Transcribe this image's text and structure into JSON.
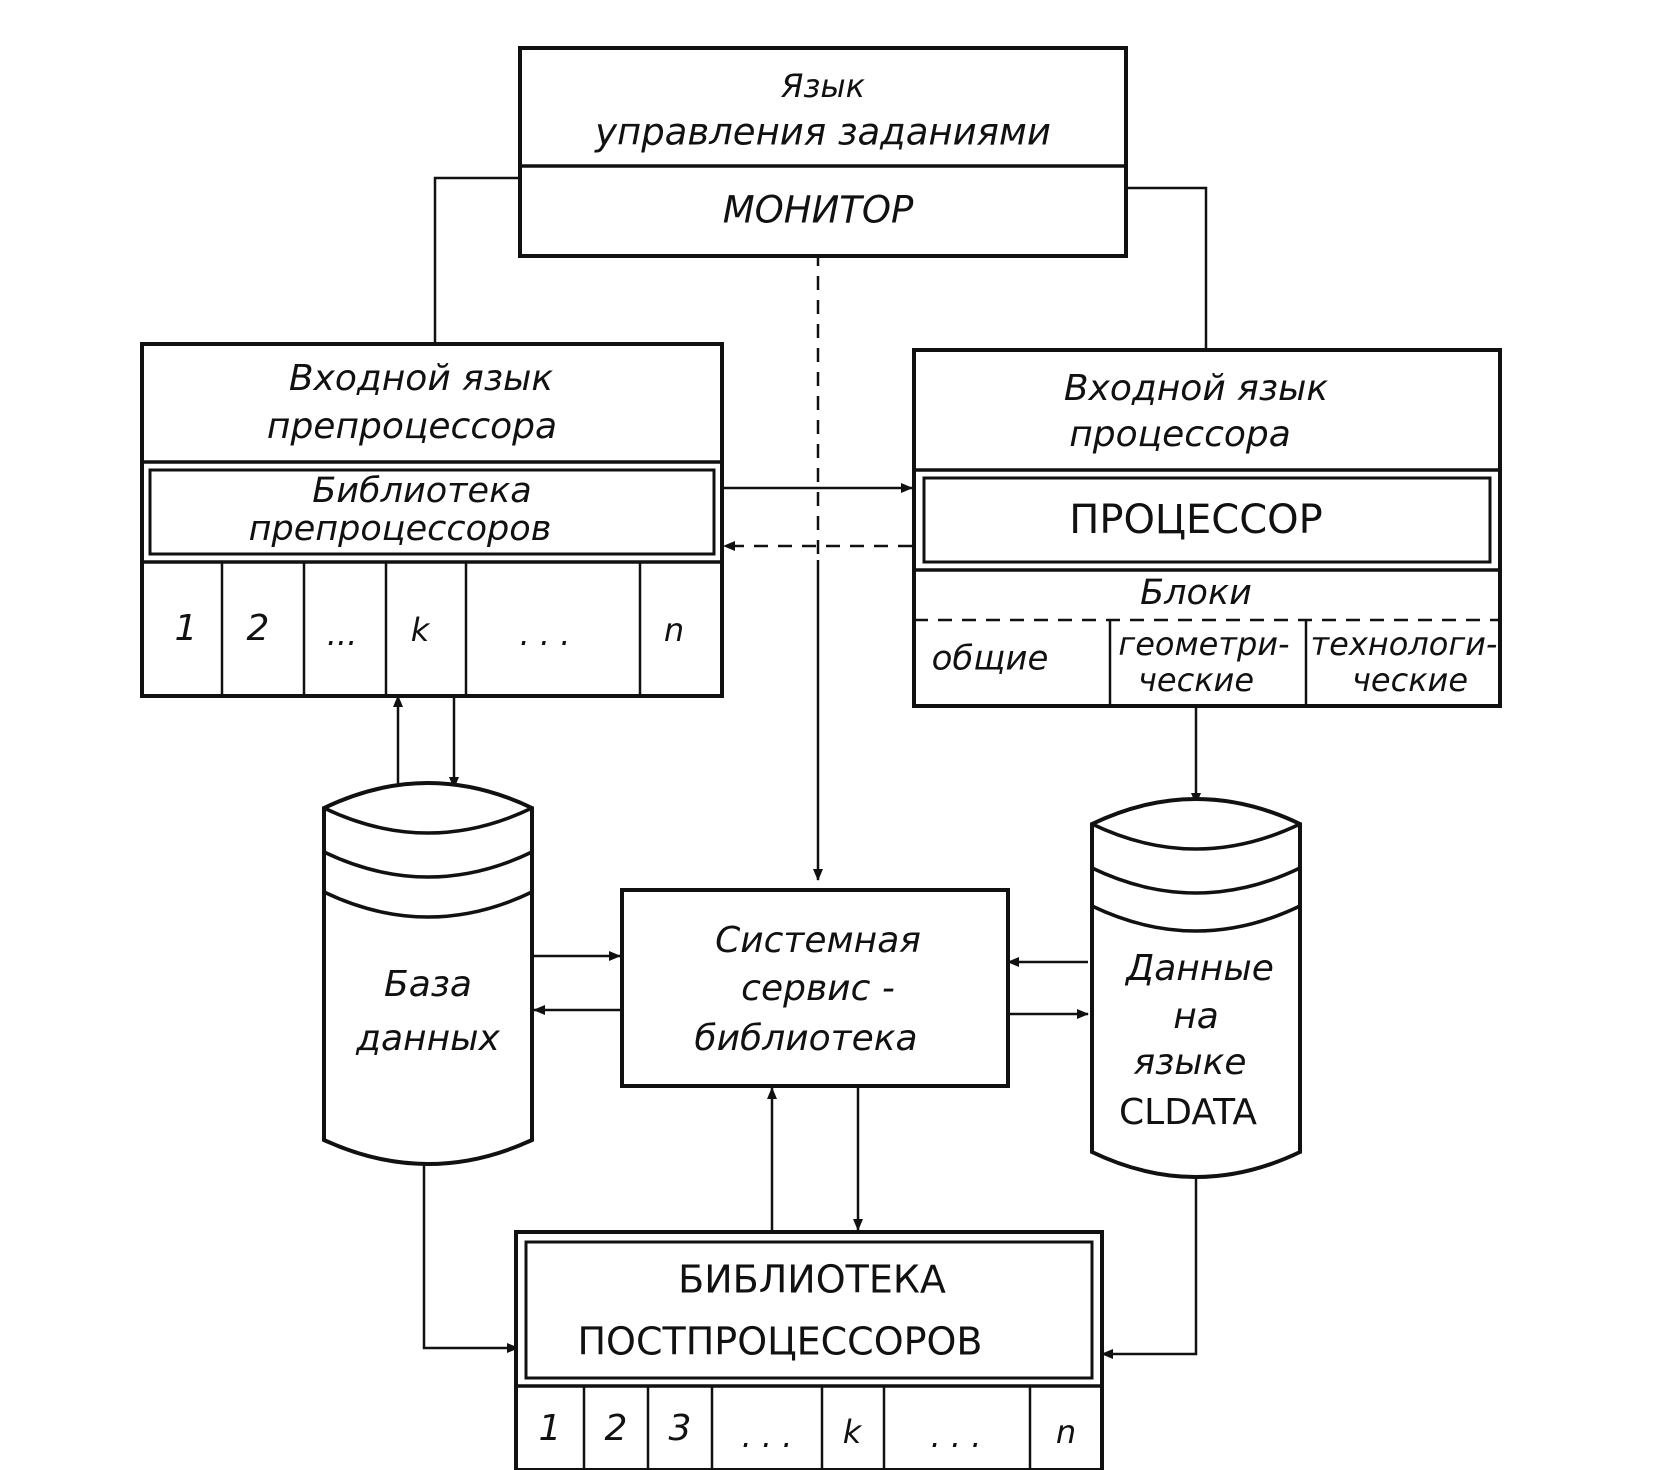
{
  "monitor_block": {
    "title_line1": "Язык",
    "title_line2": "управления   заданиями",
    "label": "МОНИТОР"
  },
  "preprocessor_block": {
    "title_line1": "Входной  язык",
    "title_line2": "препроцессора",
    "library_line1": "Библиотека",
    "library_line2": "препроцессоров",
    "cells": [
      "1",
      "2",
      "...",
      "k",
      ". . .",
      "n"
    ]
  },
  "processor_block": {
    "title_line1": "Входной язык",
    "title_line2": "процессора",
    "label": "ПРОЦЕССОР",
    "blocks_label": "Блоки",
    "col1": "общие",
    "col2_line1": "геометри-",
    "col2_line2": "ческие",
    "col3_line1": "технологи-",
    "col3_line2": "ческие"
  },
  "database": {
    "line1": "База",
    "line2": "данных"
  },
  "service_library": {
    "line1": "Системная",
    "line2": "сервис -",
    "line3": "библиотека"
  },
  "cldata": {
    "line1": "Данные",
    "line2": "на",
    "line3": "языке",
    "line4": "CLDATA"
  },
  "postprocessor_block": {
    "line1": "БИБЛИОТЕКА",
    "line2": "ПОСТПРОЦЕССОРОВ",
    "cells": [
      "1",
      "2",
      "3",
      ". . .",
      "k",
      ". . .",
      "n"
    ]
  }
}
